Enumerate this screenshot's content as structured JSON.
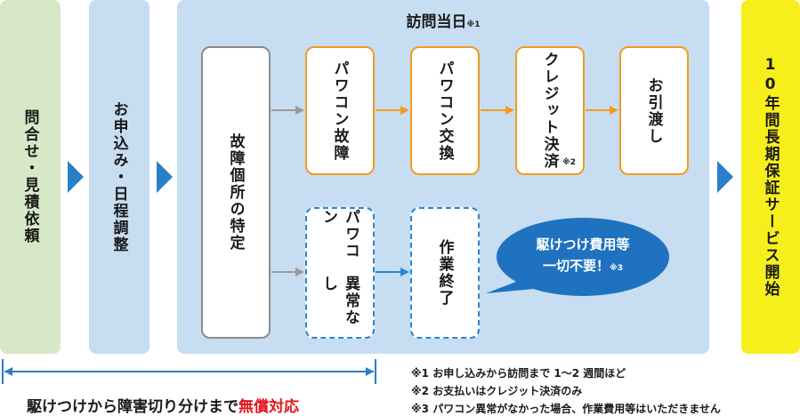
{
  "stages": {
    "inquiry": "問合せ・見積依頼",
    "apply": "お申込み・日程調整",
    "visit_title": "訪問当日",
    "visit_title_note": "※1",
    "warranty": "10年間長期保証サービス開始"
  },
  "steps": {
    "identify": "故障個所の特定",
    "pc_failure": "パワコン故障",
    "pc_replace": "パワコン交換",
    "credit": "クレジット決済",
    "credit_note": "※2",
    "handover": "お引渡し",
    "pc_normal_line1": "パワコン",
    "pc_normal_line2": "異常なし",
    "work_done": "作業終了"
  },
  "bubble": {
    "line1": "駆けつけ費用等",
    "line2": "一切不要！",
    "note": "※3"
  },
  "caption": {
    "prefix": "駆けつけから障害切り分けまで",
    "highlight": "無償対応"
  },
  "footnotes": [
    "※1 お申し込みから訪問まで 1〜2 週間ほど",
    "※2 お支払いはクレジット決済のみ",
    "※3 パワコン異常がなかった場合、作業費用等はいただきません"
  ],
  "colors": {
    "inquiry_bg": "#d6e8c6",
    "blue_bg": "#c7ddf1",
    "warranty_bg": "#f6ef1c",
    "orange": "#f29b1e",
    "blue": "#2a7fc8",
    "red": "#e0151b"
  }
}
